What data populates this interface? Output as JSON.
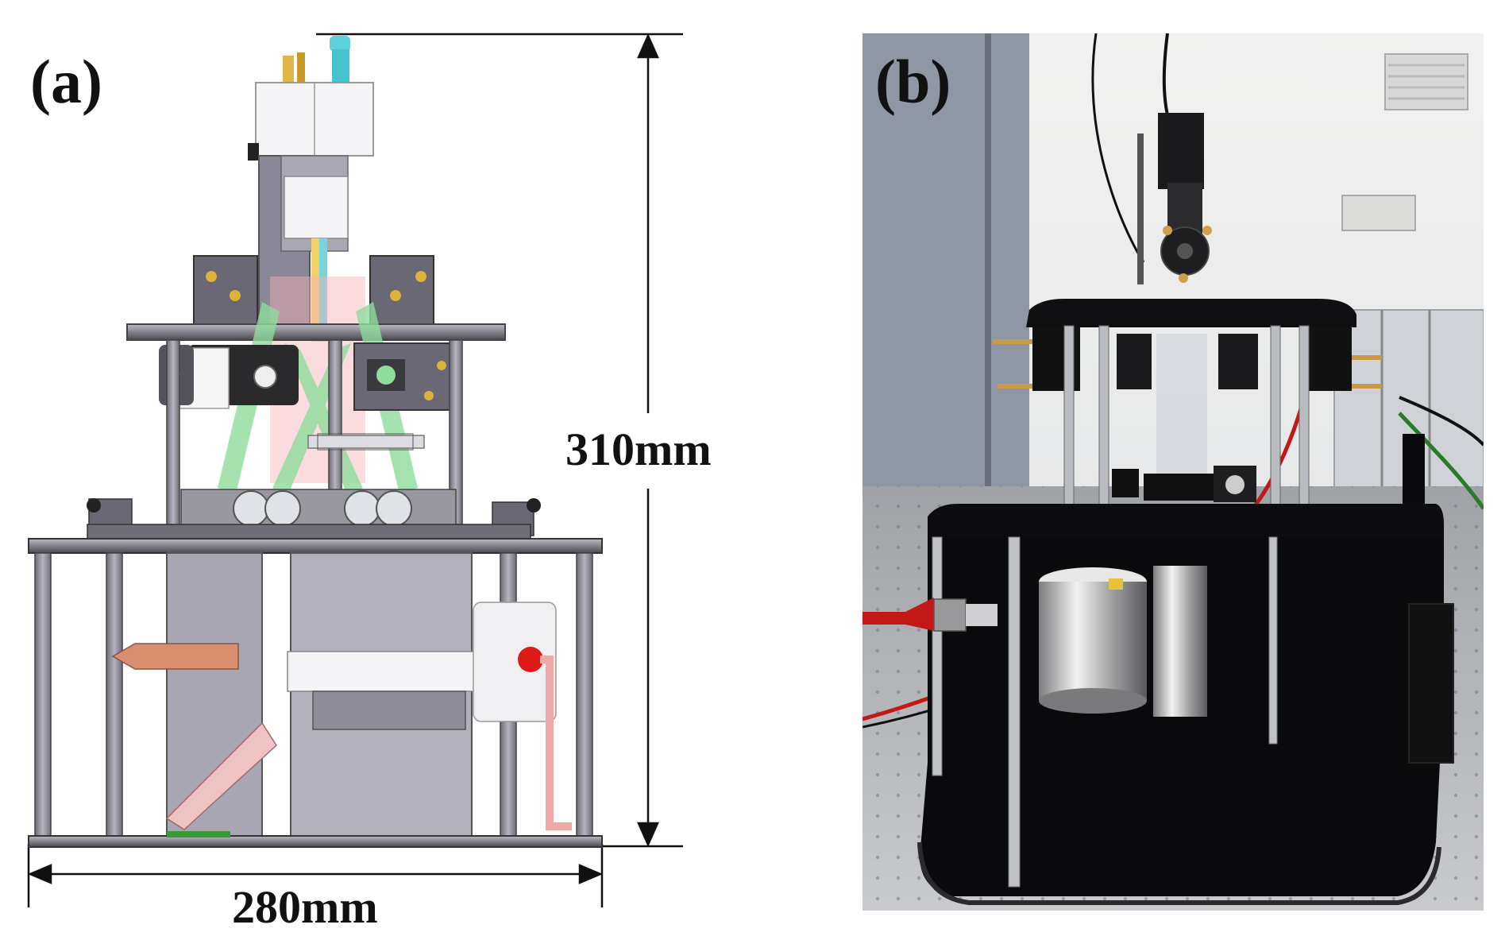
{
  "figure": {
    "panel_a": {
      "label": "(a)"
    },
    "panel_b": {
      "label": "(b)"
    },
    "dimensions": {
      "height": "310mm",
      "width": "280mm"
    }
  },
  "colors": {
    "frame_gray": "#8e8c99",
    "plate_dark": "#55535c",
    "beam_green": "#7fd08e",
    "beam_red": "#f4b4b4",
    "copper": "#d98f6e",
    "photo_black": "#0a0a0c",
    "floor_gray": "#b9bcc0"
  }
}
